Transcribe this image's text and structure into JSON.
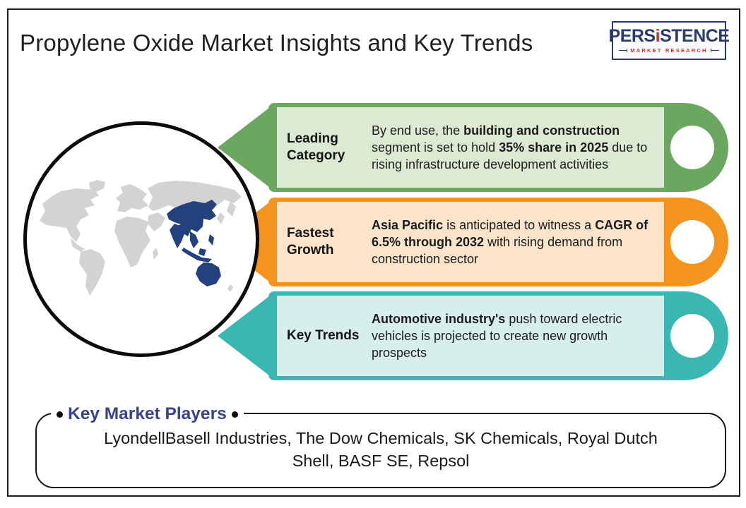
{
  "page": {
    "title": "Propylene Oxide Market Insights and Key Trends"
  },
  "logo": {
    "brand_pre": "PERS",
    "brand_i": "i",
    "brand_post": "STENCE",
    "tagline": "MARKET RESEARCH"
  },
  "theme": {
    "green": "#6ba75f",
    "green_light": "#dcead3",
    "orange": "#f3941f",
    "orange_light": "#fbe4ca",
    "teal": "#3ab7b0",
    "teal_light": "#d6eeec",
    "map_land_gray": "#d3d3d3",
    "map_highlight_navy": "#23407f",
    "players_heading_indigo": "#36418f",
    "logo_navy": "#2b3a70",
    "logo_red": "#cf2b2b"
  },
  "map": {
    "description": "World map in circle, Asia Pacific and Australia highlighted"
  },
  "banners": [
    {
      "id": "leading-category",
      "label": "Leading Category",
      "segments": [
        {
          "text": "By end use, the ",
          "bold": false
        },
        {
          "text": "building and construction",
          "bold": true
        },
        {
          "text": " segment is set to hold ",
          "bold": false
        },
        {
          "text": "35% share in 2025",
          "bold": true
        },
        {
          "text": " due to rising infrastructure development activities",
          "bold": false
        }
      ]
    },
    {
      "id": "fastest-growth",
      "label": "Fastest Growth",
      "segments": [
        {
          "text": "Asia Pacific",
          "bold": true
        },
        {
          "text": " is anticipated to witness a ",
          "bold": false
        },
        {
          "text": "CAGR of 6.5% through 2032",
          "bold": true
        },
        {
          "text": " with rising demand from construction sector",
          "bold": false
        }
      ]
    },
    {
      "id": "key-trends",
      "label": "Key Trends",
      "segments": [
        {
          "text": "Automotive industry's",
          "bold": true
        },
        {
          "text": " push toward electric vehicles is projected to create new growth prospects",
          "bold": false
        }
      ]
    }
  ],
  "players": {
    "heading": "Key Market Players",
    "companies": "LyondellBasell Industries, The Dow Chemicals, SK Chemicals, Royal Dutch Shell, BASF SE, Repsol"
  }
}
